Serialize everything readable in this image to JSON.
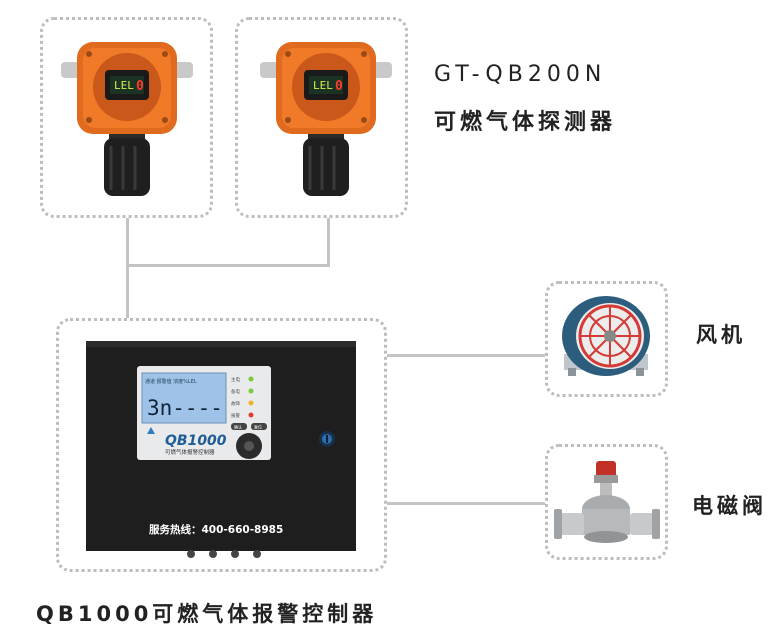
{
  "detector": {
    "model": "GT-QB200N",
    "name": "可燃气体探测器",
    "display_unit": "LEL",
    "display_value": "0"
  },
  "controller": {
    "name": "QB1000可燃气体报警控制器",
    "brand": "QB1000",
    "subtitle": "可燃气体报警控制器",
    "hotline": "服务热线：400-660-8985",
    "lcd_reading": "3n----",
    "lcd_header": "通道 报警值  浓度%LEL",
    "lcd_unit": "%LEL",
    "leds": [
      "主电",
      "备电",
      "故障",
      "报警"
    ],
    "btn_confirm": "确认",
    "btn_reset": "复位"
  },
  "fan": {
    "label": "风机"
  },
  "valve": {
    "label": "电磁阀"
  },
  "colors": {
    "detector_orange": "#e06a1d",
    "panel_black": "#1e1e1f",
    "lcd_blue": "#9fc3e8",
    "fan_red": "#d43a36",
    "valve_red": "#c23128",
    "wire": "#c4c4c4",
    "frame_dots": "#bdbdbd"
  }
}
